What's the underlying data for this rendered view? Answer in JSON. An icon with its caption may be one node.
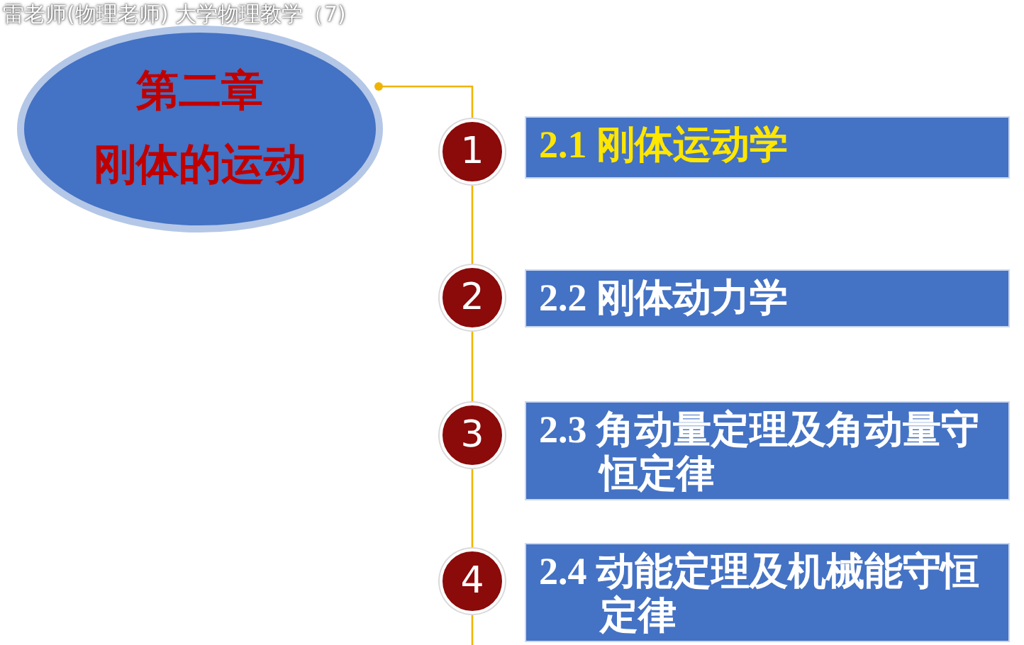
{
  "diagram": {
    "nodes": [
      {
        "text": [
          "第二章",
          "刚体的运动"
        ]
      },
      {
        "text": [
          "1"
        ]
      },
      {
        "text": [
          "2"
        ]
      },
      {
        "text": [
          "3"
        ]
      },
      {
        "text": [
          "4"
        ]
      },
      {
        "text": [
          "2.1 刚体运动学"
        ]
      },
      {
        "text": [
          "2.2 刚体动力学"
        ]
      },
      {
        "text": [
          "2.3 角动量定理及角动量守恒定律"
        ]
      },
      {
        "text": [
          "2.4 动能定理及机械能守恒定律"
        ]
      }
    ],
    "edges": [
      {
        "from": 0,
        "to": 1,
        "arrow": "other"
      },
      {
        "from": 1,
        "to": 2,
        "arrow": "none"
      },
      {
        "from": 2,
        "to": 3,
        "arrow": "none"
      },
      {
        "from": 3,
        "to": 4,
        "arrow": "none"
      },
      {
        "from": 4,
        "to": null,
        "arrow": "none"
      }
    ],
    "labels": [
      "雷老师(物理老师) 大学物理教学（7)"
    ]
  }
}
